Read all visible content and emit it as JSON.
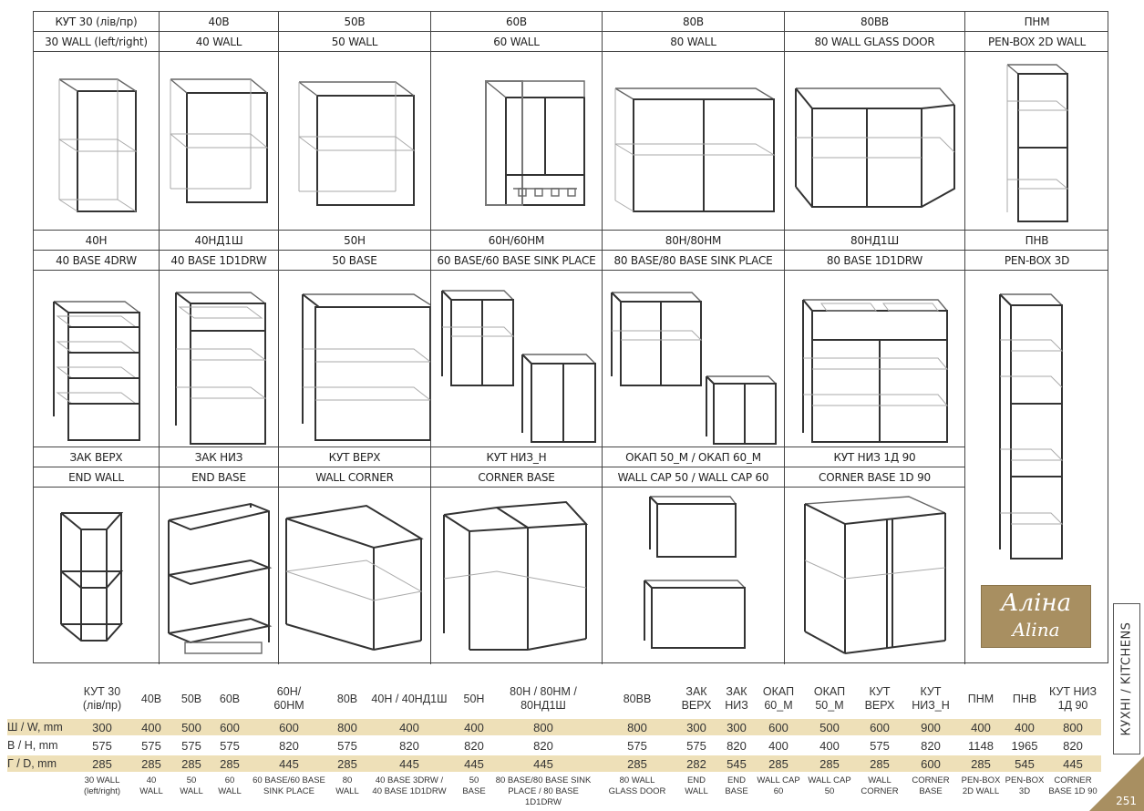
{
  "catalog": {
    "row1": [
      {
        "ua": "КУТ 30 (лів/пр)",
        "en": "30 WALL (left/right)"
      },
      {
        "ua": "40В",
        "en": "40 WALL"
      },
      {
        "ua": "50В",
        "en": "50 WALL"
      },
      {
        "ua": "60В",
        "en": "60 WALL"
      },
      {
        "ua": "80В",
        "en": "80 WALL"
      },
      {
        "ua": "80ВВ",
        "en": "80 WALL GLASS DOOR"
      },
      {
        "ua": "ПНМ",
        "en": "PEN-BOX 2D WALL"
      }
    ],
    "row2": [
      {
        "ua": "40Н",
        "en": "40 BASE 4DRW"
      },
      {
        "ua": "40НД1Ш",
        "en": "40 BASE 1D1DRW"
      },
      {
        "ua": "50Н",
        "en": "50 BASE"
      },
      {
        "ua": "60Н/60НМ",
        "en": "60 BASE/60 BASE SINK PLACE"
      },
      {
        "ua": "80Н/80НМ",
        "en": "80 BASE/80 BASE SINK PLACE"
      },
      {
        "ua": "80НД1Ш",
        "en": "80 BASE 1D1DRW"
      },
      {
        "ua": "ПНВ",
        "en": "PEN-BOX 3D"
      }
    ],
    "row3": [
      {
        "ua": "ЗАК ВЕРХ",
        "en": "END WALL"
      },
      {
        "ua": "ЗАК НИЗ",
        "en": "END BASE"
      },
      {
        "ua": "КУТ ВЕРХ",
        "en": "WALL CORNER"
      },
      {
        "ua": "КУТ НИЗ_Н",
        "en": "CORNER BASE"
      },
      {
        "ua": "ОКАП 50_М / ОКАП 60_М",
        "en": "WALL CAP 50 / WALL CAP 60"
      },
      {
        "ua": "КУТ НИЗ 1Д 90",
        "en": "CORNER BASE 1D 90"
      }
    ]
  },
  "brand": {
    "cyr": "Аліна",
    "lat": "Alina"
  },
  "side_tab": "КУХНІ / KITCHENS",
  "page_number": "251",
  "spec": {
    "headers": [
      "КУТ 30\n(лів/пр)",
      "40В",
      "50В",
      "60В",
      "60Н/\n60НМ",
      "80В",
      "40Н / 40НД1Ш",
      "50Н",
      "80Н / 80НМ /\n80НД1Ш",
      "80ВВ",
      "ЗАК\nВЕРХ",
      "ЗАК\nНИЗ",
      "ОКАП\n60_М",
      "ОКАП\n50_М",
      "КУТ\nВЕРХ",
      "КУТ\nНИЗ_Н",
      "ПНМ",
      "ПНВ",
      "КУТ НИЗ\n1Д 90"
    ],
    "row_labels": [
      "Ш / W, mm",
      "В / H, mm",
      "Г / D, mm"
    ],
    "width": [
      "300",
      "400",
      "500",
      "600",
      "600",
      "800",
      "400",
      "400",
      "800",
      "800",
      "300",
      "300",
      "600",
      "500",
      "600",
      "900",
      "400",
      "400",
      "800"
    ],
    "height": [
      "575",
      "575",
      "575",
      "575",
      "820",
      "575",
      "820",
      "820",
      "820",
      "575",
      "575",
      "820",
      "400",
      "400",
      "575",
      "820",
      "1148",
      "1965",
      "820"
    ],
    "depth": [
      "285",
      "285",
      "285",
      "285",
      "445",
      "285",
      "445",
      "445",
      "445",
      "285",
      "282",
      "545",
      "285",
      "285",
      "285",
      "600",
      "285",
      "545",
      "445"
    ],
    "footers": [
      "30 WALL\n(left/right)",
      "40\nWALL",
      "50\nWALL",
      "60\nWALL",
      "60 BASE/60 BASE\nSINK PLACE",
      "80\nWALL",
      "40 BASE 3DRW /\n40 BASE 1D1DRW",
      "50 BASE",
      "80 BASE/80 BASE SINK\nPLACE / 80 BASE 1D1DRW",
      "80 WALL\nGLASS DOOR",
      "END\nWALL",
      "END\nBASE",
      "WALL CAP\n60",
      "WALL CAP\n50",
      "WALL\nCORNER",
      "CORNER\nBASE",
      "PEN-BOX\n2D WALL",
      "PEN-BOX\n3D",
      "CORNER\nBASE 1D 90"
    ]
  }
}
